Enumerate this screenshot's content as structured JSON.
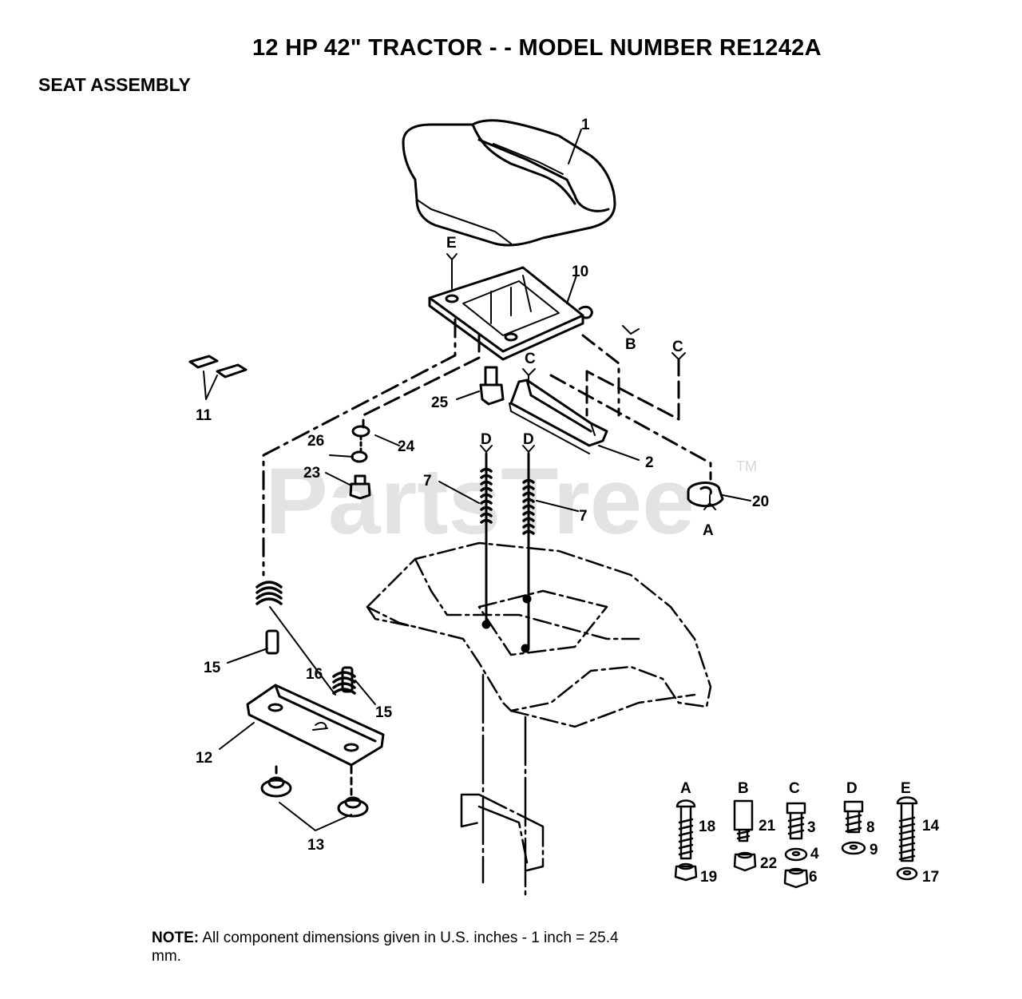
{
  "header": {
    "title": "12 HP 42\"  TRACTOR - - MODEL NUMBER RE1242A",
    "section": "SEAT ASSEMBLY"
  },
  "watermark": {
    "text": "PartsTree",
    "tm": "TM"
  },
  "callouts": {
    "c1": "1",
    "c2": "2",
    "c7a": "7",
    "c7b": "7",
    "c10": "10",
    "c11": "11",
    "c12": "12",
    "c13": "13",
    "c15a": "15",
    "c15b": "15",
    "c16": "16",
    "c20": "20",
    "c23": "23",
    "c24": "24",
    "c25": "25",
    "c26": "26"
  },
  "connector_letters": {
    "e_top": "E",
    "b_side": "B",
    "c_mid": "C",
    "c_right": "C",
    "d_left": "D",
    "d_right": "D",
    "a_right": "A"
  },
  "hardware": {
    "columns": [
      {
        "letter": "A",
        "parts": [
          "18",
          "19"
        ]
      },
      {
        "letter": "B",
        "parts": [
          "21",
          "22"
        ]
      },
      {
        "letter": "C",
        "parts": [
          "3",
          "4",
          "6"
        ]
      },
      {
        "letter": "D",
        "parts": [
          "8",
          "9"
        ]
      },
      {
        "letter": "E",
        "parts": [
          "14",
          "17"
        ]
      }
    ]
  },
  "note": {
    "label": "NOTE:",
    "text": " All component dimensions given in U.S. inches - 1 inch = 25.4 mm."
  }
}
